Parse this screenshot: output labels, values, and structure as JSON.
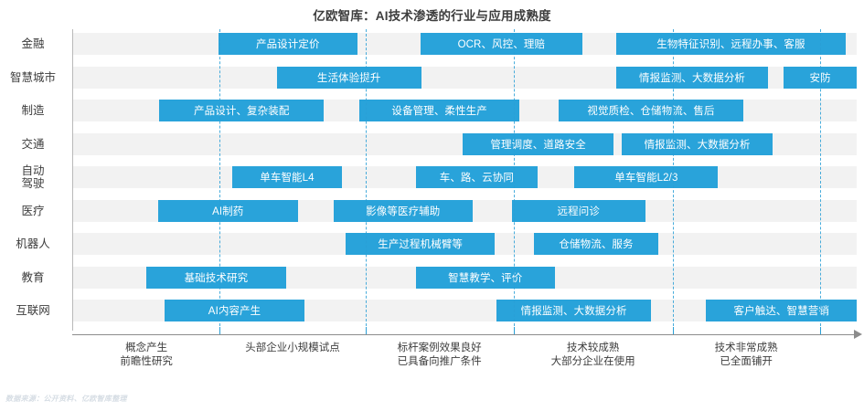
{
  "header": {
    "title": "亿欧智库：AI技术渗透的行业与应用成熟度"
  },
  "footer": {
    "source": "数据来源：公开资料、亿欧智库整理"
  },
  "colors": {
    "bar": "#29a3da",
    "divider": "#2a9fd6",
    "band": "#f2f2f2",
    "text": "#3d3d3d"
  },
  "chart_data": {
    "type": "bar",
    "title": "亿欧智库：AI技术渗透的行业与应用成熟度",
    "xlabel": "",
    "ylabel": "",
    "grid": false,
    "legend_position": "none",
    "axis_note": "横轴为技术成熟度阶段（5段），纵轴为行业",
    "categories": [
      "金融",
      "智慧城市",
      "制造",
      "交通",
      "自动驾驶",
      "医疗",
      "机器人",
      "教育",
      "互联网"
    ],
    "stages": [
      {
        "label_line1": "概念产生",
        "label_line2": "前瞻性研究"
      },
      {
        "label_line1": "头部企业小规模试点",
        "label_line2": ""
      },
      {
        "label_line1": "标杆案例效果良好",
        "label_line2": "已具备向推广条件"
      },
      {
        "label_line1": "技术较成熟",
        "label_line2": "大部分企业在使用"
      },
      {
        "label_line1": "技术非常成熟",
        "label_line2": "已全面铺开"
      }
    ],
    "rows": [
      {
        "industry": "金融",
        "items": [
          {
            "label": "产品设计定价",
            "start": 0.185,
            "end": 0.363
          },
          {
            "label": "OCR、风控、理赔",
            "start": 0.443,
            "end": 0.65
          },
          {
            "label": "生物特征识别、远程办事、客服",
            "start": 0.693,
            "end": 0.986
          }
        ]
      },
      {
        "industry": "智慧城市",
        "items": [
          {
            "label": "生活体验提升",
            "start": 0.26,
            "end": 0.444
          },
          {
            "label": "情报监测、大数据分析",
            "start": 0.693,
            "end": 0.887
          },
          {
            "label": "安防",
            "start": 0.907,
            "end": 1.0
          }
        ]
      },
      {
        "industry": "制造",
        "items": [
          {
            "label": "产品设计、复杂装配",
            "start": 0.11,
            "end": 0.32
          },
          {
            "label": "设备管理、柔性生产",
            "start": 0.365,
            "end": 0.57
          },
          {
            "label": "视觉质检、仓储物流、售后",
            "start": 0.62,
            "end": 0.855
          }
        ]
      },
      {
        "industry": "交通",
        "items": [
          {
            "label": "管理调度、道路安全",
            "start": 0.497,
            "end": 0.69
          },
          {
            "label": "情报监测、大数据分析",
            "start": 0.7,
            "end": 0.893
          }
        ]
      },
      {
        "industry": "自动驾驶",
        "items": [
          {
            "label": "单车智能L4",
            "start": 0.203,
            "end": 0.343
          },
          {
            "label": "车、路、云协同",
            "start": 0.437,
            "end": 0.593
          },
          {
            "label": "单车智能L2/3",
            "start": 0.64,
            "end": 0.823
          }
        ]
      },
      {
        "industry": "医疗",
        "items": [
          {
            "label": "AI制药",
            "start": 0.108,
            "end": 0.287
          },
          {
            "label": "影像等医疗辅助",
            "start": 0.332,
            "end": 0.51
          },
          {
            "label": "远程问诊",
            "start": 0.56,
            "end": 0.73
          }
        ]
      },
      {
        "industry": "机器人",
        "items": [
          {
            "label": "生产过程机械臂等",
            "start": 0.348,
            "end": 0.538
          },
          {
            "label": "仓储物流、服务",
            "start": 0.588,
            "end": 0.747
          }
        ]
      },
      {
        "industry": "教育",
        "items": [
          {
            "label": "基础技术研究",
            "start": 0.093,
            "end": 0.272
          },
          {
            "label": "智慧教学、评价",
            "start": 0.437,
            "end": 0.615
          }
        ]
      },
      {
        "industry": "互联网",
        "items": [
          {
            "label": "AI内容产生",
            "start": 0.117,
            "end": 0.295
          },
          {
            "label": "情报监测、大数据分析",
            "start": 0.54,
            "end": 0.738
          },
          {
            "label": "客户触达、智慧营销",
            "start": 0.808,
            "end": 1.0
          }
        ]
      }
    ],
    "dividers": [
      0.187,
      0.373,
      0.562,
      0.765,
      0.953
    ],
    "xticks": [
      0.187,
      0.373,
      0.562,
      0.765,
      0.953
    ]
  }
}
